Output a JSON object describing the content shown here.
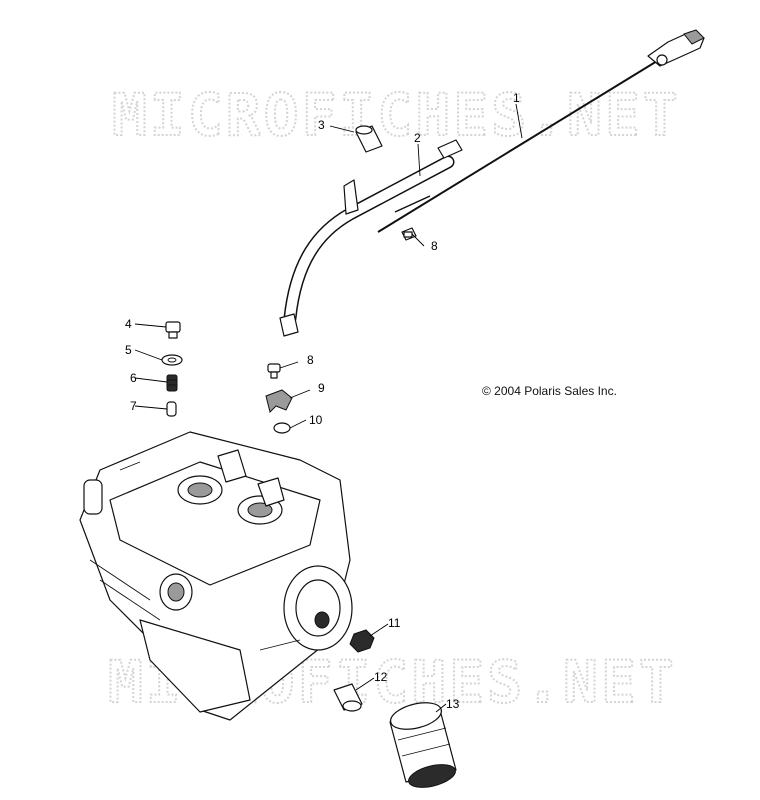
{
  "watermarks": [
    "MICROFICHES.NET",
    "MICROFICHES.NET"
  ],
  "copyright": "© 2004 Polaris Sales Inc.",
  "callouts": [
    "1",
    "2",
    "3",
    "8",
    "4",
    "5",
    "6",
    "7",
    "8",
    "9",
    "10",
    "11",
    "12",
    "13"
  ]
}
